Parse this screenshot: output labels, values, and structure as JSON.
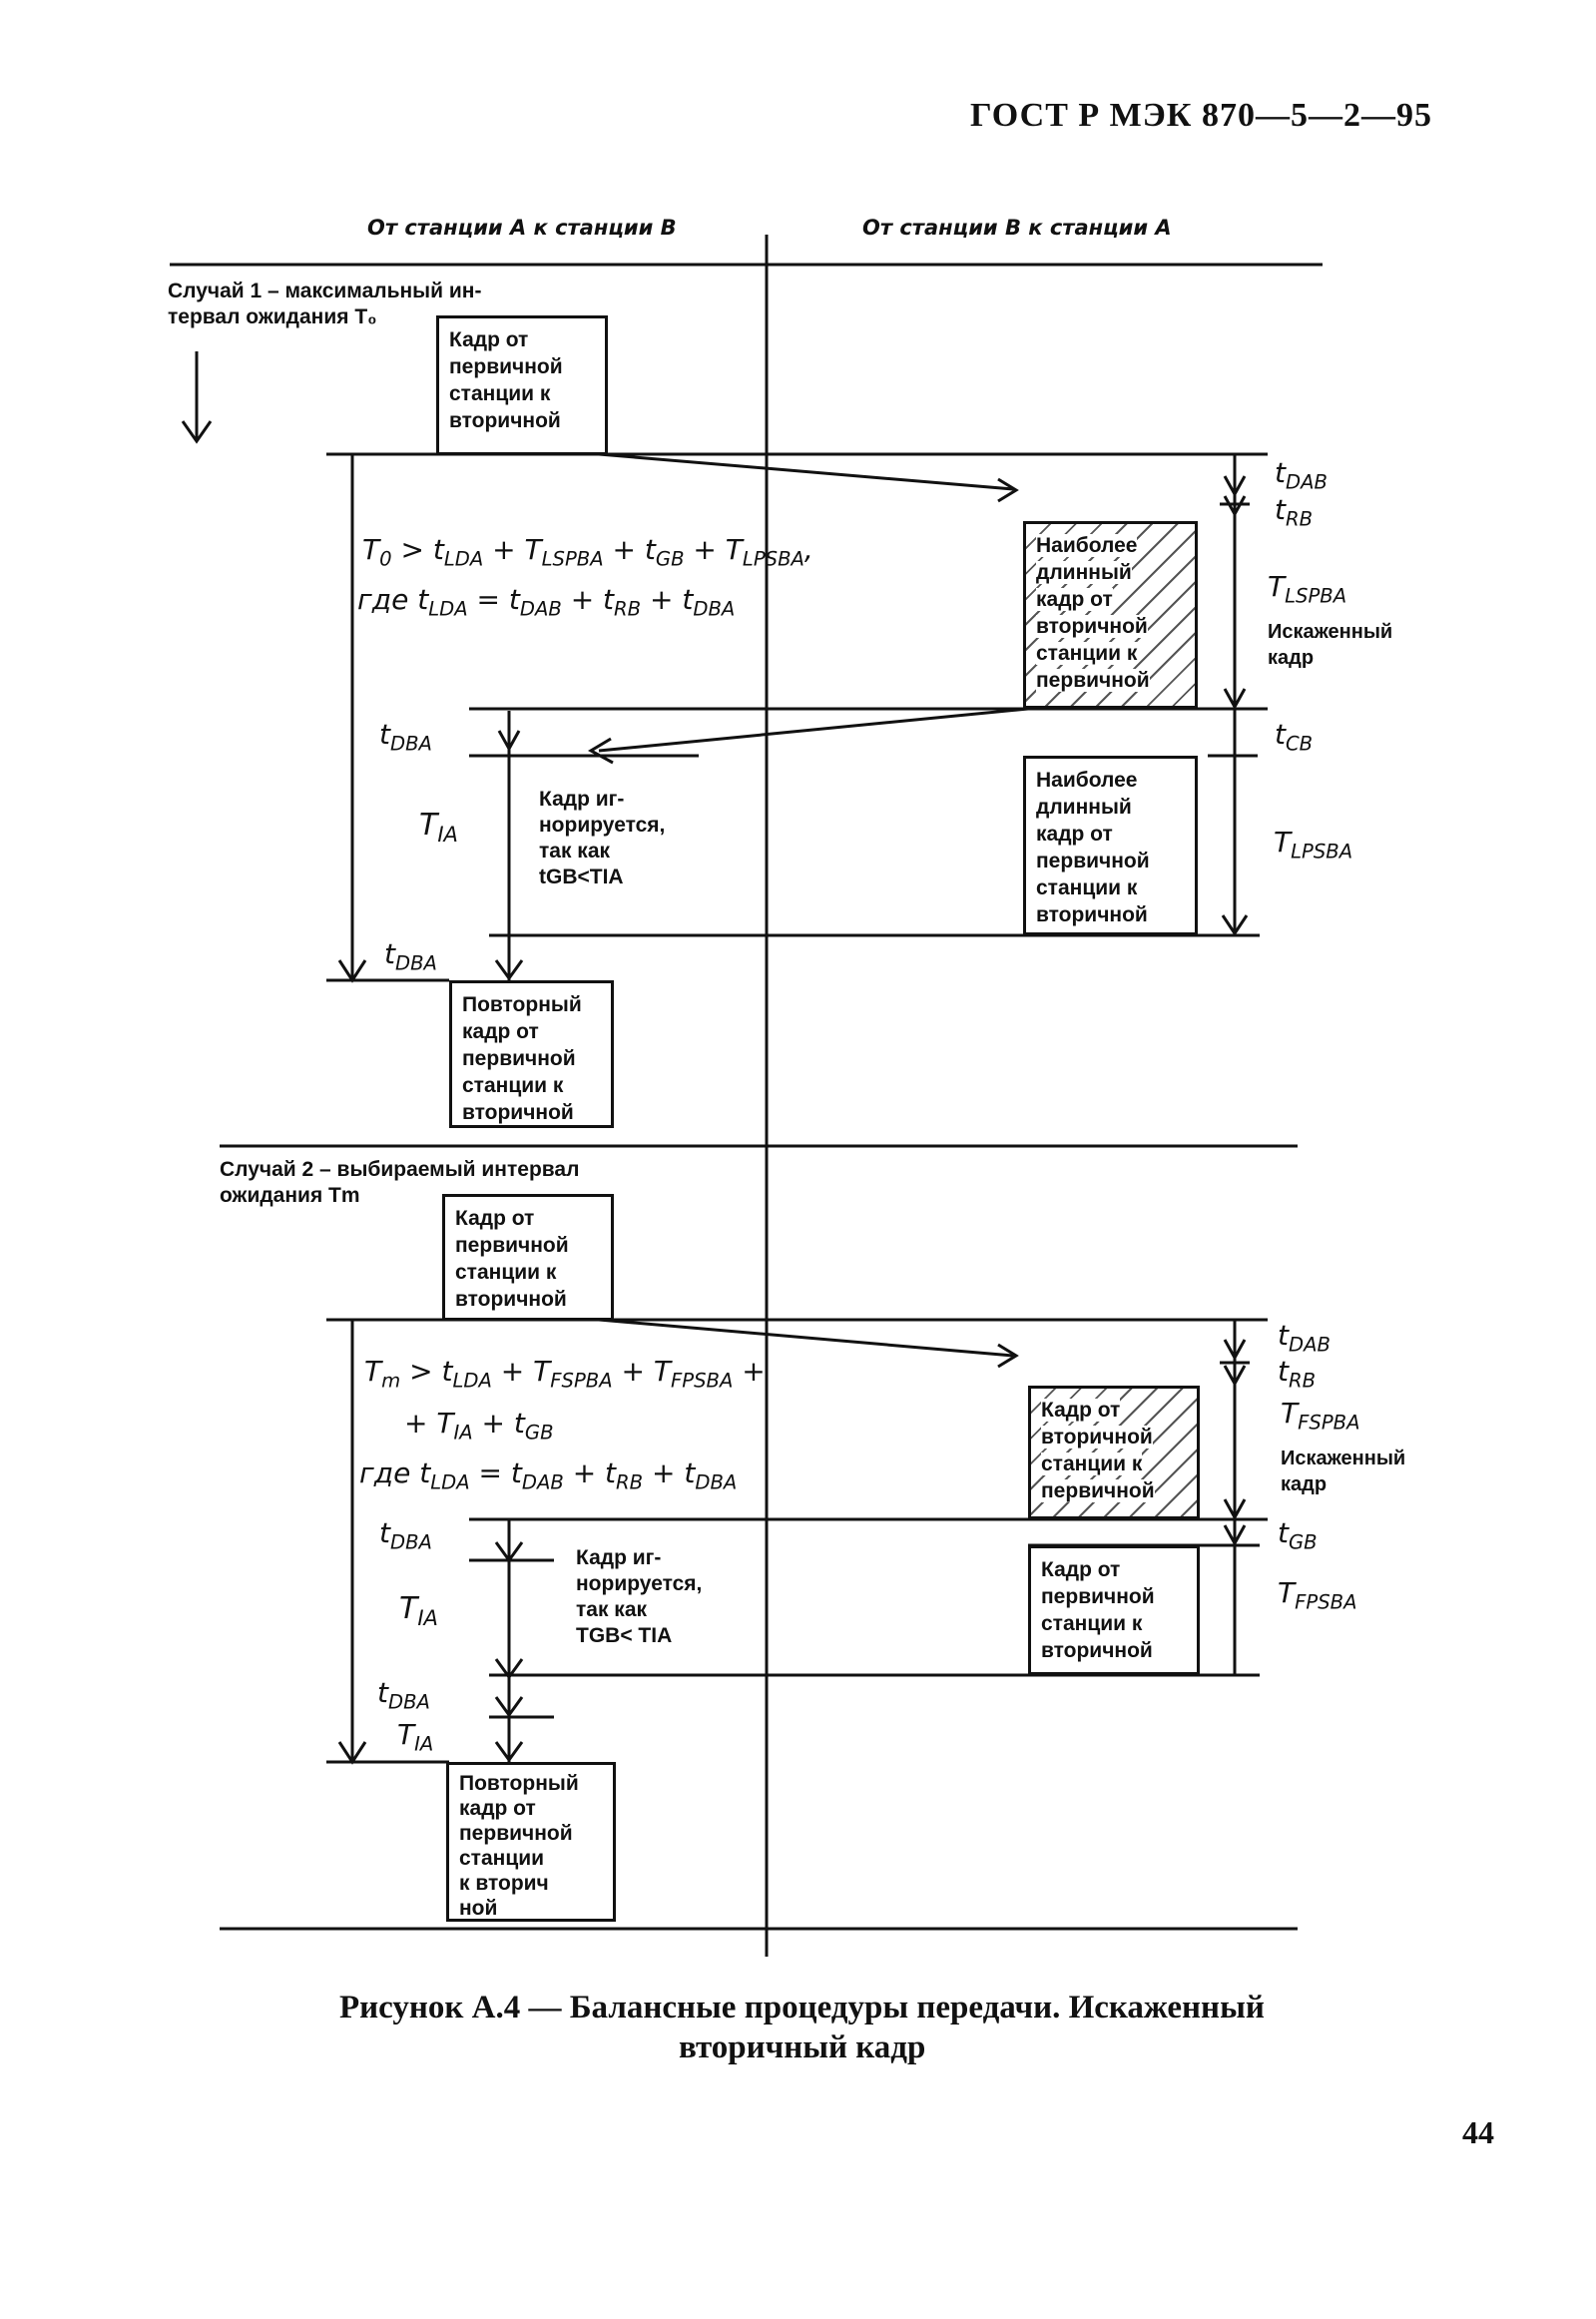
{
  "header": {
    "standard": "ГОСТ Р МЭК 870—5—2—95"
  },
  "columns": {
    "left": "От станции А к станции В",
    "right": "От станции В к станции А"
  },
  "case1": {
    "title_line1": "Случай 1 – максимальный ин-",
    "title_line2": "тервал ожидания Т₀",
    "frame_primary": "Кадр от\nпервичной\nстанции к\nвторичной",
    "formula_line1": "T₀ > t_LDA + T_LSPBA + t_GB + T_LPSBA,",
    "formula_line2": "где t_LDA = t_DAB + t_RB + t_DBA",
    "frame_secondary_corrupted": "Наиболее\nдлинный\nкадр от\nвторичной\nстанции к\nпервичной",
    "frame_primary_long": "Наиболее\nдлинный\nкадр от\nпервичной\nстанции к\nвторичной",
    "ignored_note": "Кадр иг-\nнорируется,\nтак как\ntGB<TIA",
    "frame_repeat": "Повторный\nкадр от\nпервичной\nстанции к\nвторичной",
    "labels": {
      "t_dab": "DAB",
      "t_rb": "RB",
      "T_lspba": "LSPBA",
      "corrupted": "Искаженный\nкадр",
      "t_cb": "CB",
      "T_lpsba": "LPSBA",
      "t_dba1": "DBA",
      "T_ia": "IA",
      "t_dba2": "DBA"
    }
  },
  "case2": {
    "title_line1": "Случай 2 – выбираемый интервал",
    "title_line2": "ожидания Tm",
    "frame_primary": "Кадр от\nпервичной\nстанции к\nвторичной",
    "formula_line1": "T_m > t_LDA + T_FSPBA + T_FPSBA +",
    "formula_line2": "+ T_IA + t_GB",
    "formula_line3": "где t_LDA = t_DAB + t_RB + t_DBA",
    "frame_secondary_corrupted": "Кадр от\nвторичной\nстанции к\nпервичной",
    "frame_primary2": "Кадр от\nпервичной\nстанции к\nвторичной",
    "ignored_note": "Кадр иг-\nнорируется,\nтак как\nTGB< TIA",
    "frame_repeat": "Повторный\nкадр от\nпервичной\nстанции\nк вторич\nной",
    "labels": {
      "t_dab": "DAB",
      "t_rb": "RB",
      "T_fspba": "FSPBA",
      "corrupted": "Искаженный\nкадр",
      "t_gb": "GB",
      "T_fpsba": "FPSBA",
      "t_dba1": "DBA",
      "T_ia1": "IA",
      "t_dba2": "DBA",
      "T_ia2": "IA"
    }
  },
  "caption": {
    "line1": "Рисунок А.4 — Балансные процедуры передачи. Искаженный",
    "line2": "вторичный кадр"
  },
  "page_number": "44"
}
